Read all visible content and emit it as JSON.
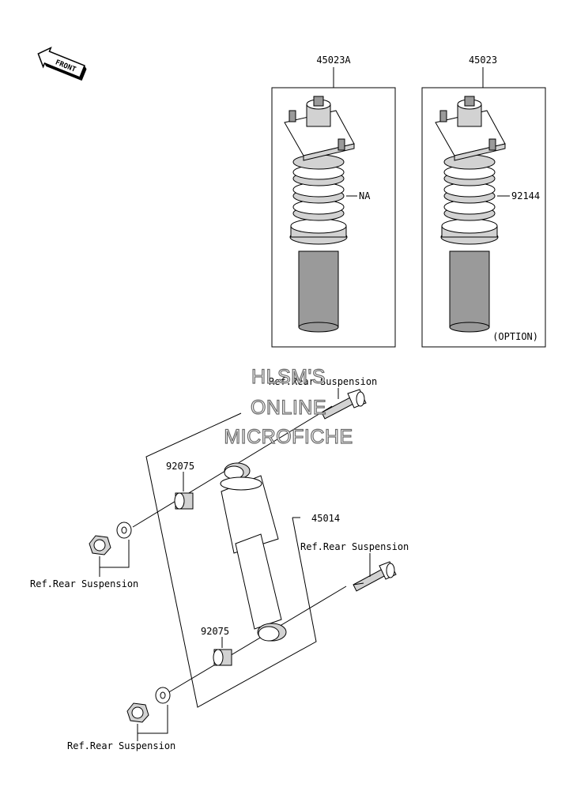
{
  "diagram": {
    "front_label": "FRONT",
    "labels": {
      "assy_a": "45023A",
      "assy_b": "45023",
      "spring_a": "NA",
      "spring_b": "92144",
      "option": "(OPTION)",
      "shock": "45014",
      "bushing_top": "92075",
      "bushing_bottom": "92075",
      "ref_top_bolt": "Ref.Rear Suspension",
      "ref_mid_bolt": "Ref.Rear Suspension",
      "ref_top_nut": "Ref.Rear Suspension",
      "ref_bottom_nut": "Ref.Rear Suspension"
    },
    "watermark": {
      "line1": "HLSM'S",
      "line2": "ONLINE",
      "line3": "MICROFICHE"
    }
  }
}
